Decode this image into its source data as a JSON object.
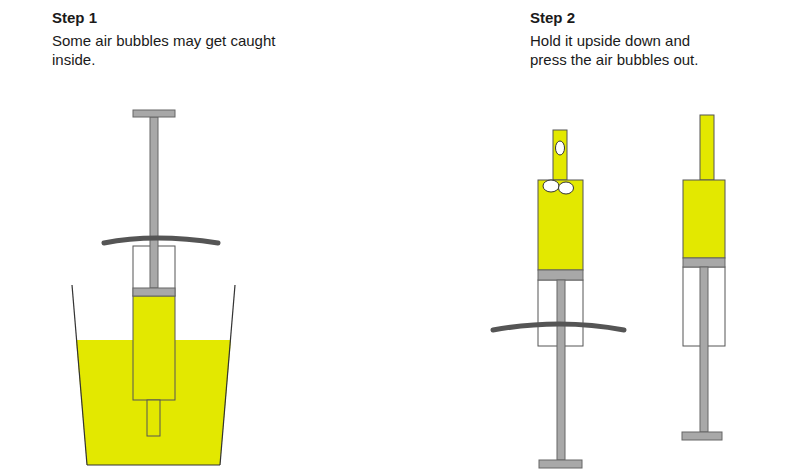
{
  "diagram": {
    "labels": [
      "Step 1",
      "Some air bubbles may get caught inside.",
      "Step 2",
      "Hold it upside down and press the air bubbles out."
    ]
  }
}
